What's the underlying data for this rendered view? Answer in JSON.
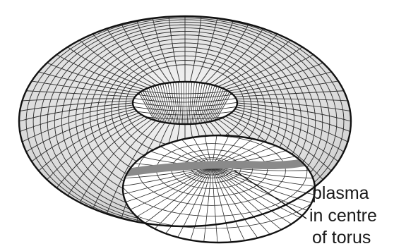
{
  "diagram": {
    "label_lines": [
      "plasma",
      "in centre",
      "of torus"
    ],
    "colors": {
      "background": "#ffffff",
      "outline": "#111111",
      "mesh": "#2a2a2a",
      "surface": "#d9d9d9",
      "inner_surface": "#ffffff",
      "plasma": "#8a8a8a"
    }
  }
}
